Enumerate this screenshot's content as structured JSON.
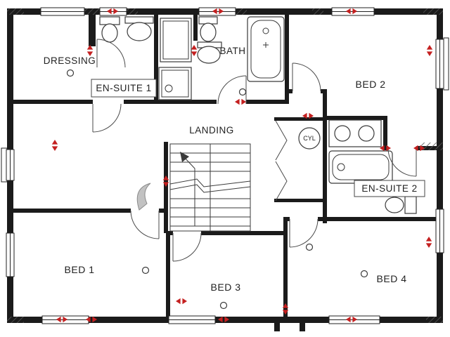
{
  "colors": {
    "wall": "#1b1b1b",
    "marker": "#c42020",
    "fixture_line": "#3a3a3a"
  },
  "rooms": {
    "dressing": {
      "label": "DRESSING"
    },
    "ensuite1": {
      "label": "EN-SUITE 1"
    },
    "bath": {
      "label": "BATH"
    },
    "bed2": {
      "label": "BED 2"
    },
    "landing": {
      "label": "LANDING"
    },
    "cylinder": {
      "label": "CYL"
    },
    "ensuite2": {
      "label": "EN-SUITE 2"
    },
    "bed1": {
      "label": "BED 1"
    },
    "bed3": {
      "label": "BED 3"
    },
    "bed4": {
      "label": "BED 4"
    }
  },
  "icons": [
    "toilet-icon",
    "basin-icon",
    "shower-icon",
    "bathtub-icon",
    "vanity-basin-icon",
    "stairs-icon",
    "cylinder-icon",
    "door-swing-icon",
    "bifold-door-icon",
    "window-icon",
    "dimension-marker-icon",
    "light-point-icon"
  ]
}
